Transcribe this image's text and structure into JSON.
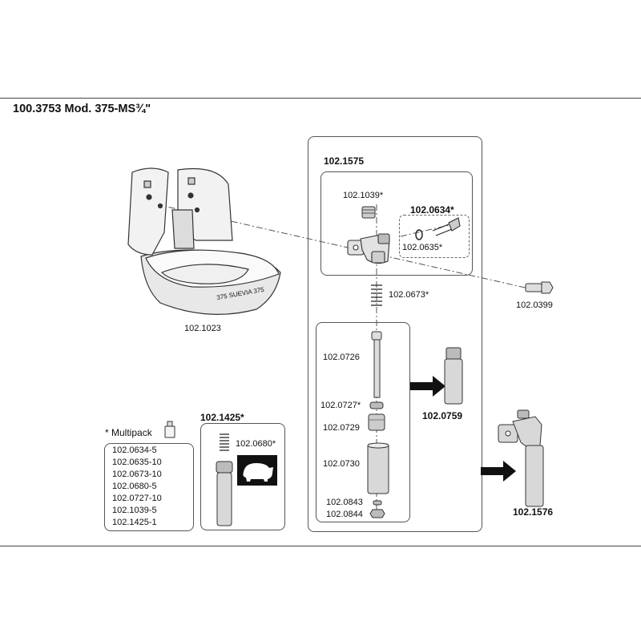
{
  "title": "100.3753 Mod. 375-MS¾\"",
  "parts": {
    "bowl": "102.1023",
    "bowl_text": "375  SUEVIA 375",
    "valve_group": "102.1575",
    "nut": "102.1039*",
    "seal_kit": "102.0634*",
    "oring": "102.0635*",
    "spring": "102.0673*",
    "bolt": "102.0399",
    "pin": "102.0726",
    "washer": "102.0727*",
    "cap": "102.0729",
    "sleeve": "102.0730",
    "disc": "102.0843",
    "nut_small": "102.0844",
    "assembly_short": "102.0759",
    "assembly_full": "102.1576",
    "pig_nipple": "102.1425*",
    "pig_spring": "102.0680*"
  },
  "multipack": {
    "heading": "* Multipack",
    "items": [
      "102.0634-5",
      "102.0635-10",
      "102.0673-10",
      "102.0680-5",
      "102.0727-10",
      "102.1039-5",
      "102.1425-1"
    ]
  },
  "icons": [
    "pig-icon",
    "arrow-right-icon",
    "box-icon"
  ]
}
